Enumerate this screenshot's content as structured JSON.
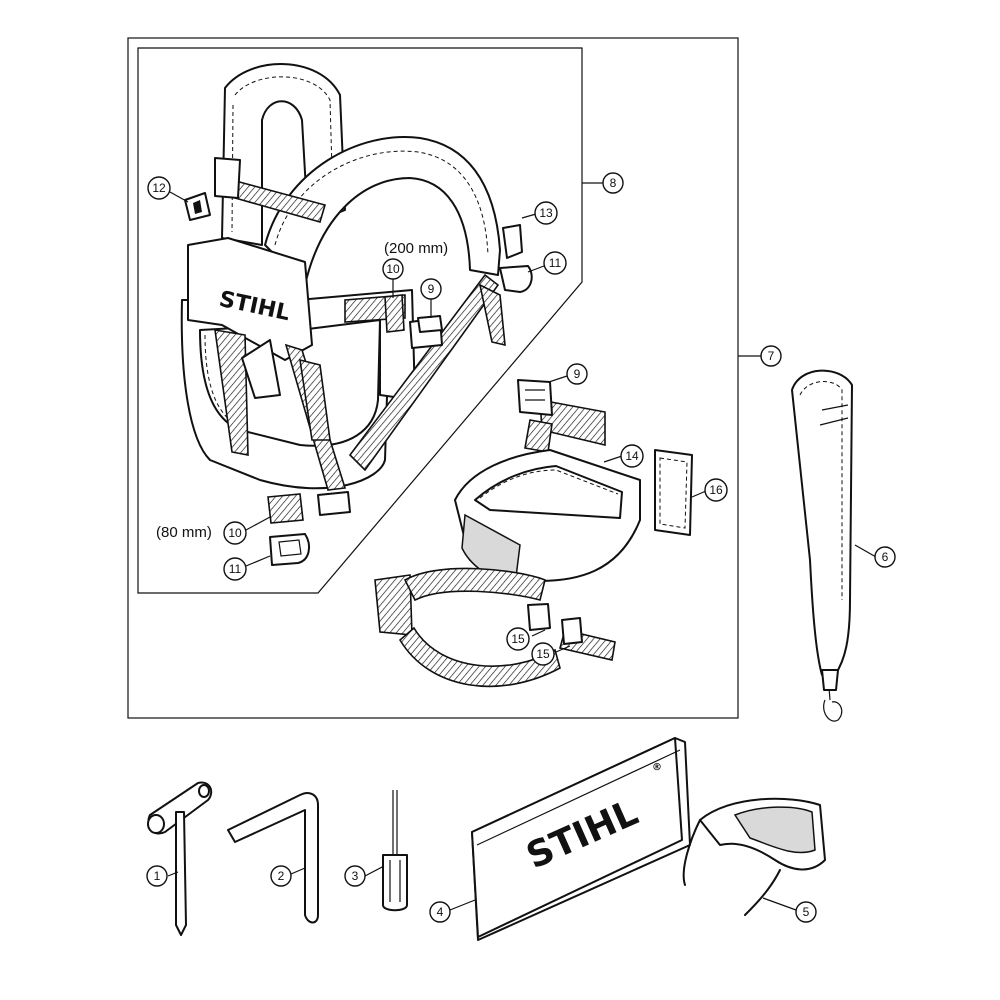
{
  "brand": {
    "logo_text": "STIHL",
    "registered_mark": "®"
  },
  "dimensions": {
    "strap_width_large": "(200 mm)",
    "strap_width_small": "(80 mm)"
  },
  "callouts": {
    "c1": "1",
    "c2": "2",
    "c3": "3",
    "c4": "4",
    "c5": "5",
    "c6": "6",
    "c7": "7",
    "c8": "8",
    "c9a": "9",
    "c9b": "9",
    "c10a": "10",
    "c10b": "10",
    "c11a": "11",
    "c11b": "11",
    "c12": "12",
    "c13": "13",
    "c14": "14",
    "c15a": "15",
    "c15b": "15",
    "c16": "16"
  }
}
